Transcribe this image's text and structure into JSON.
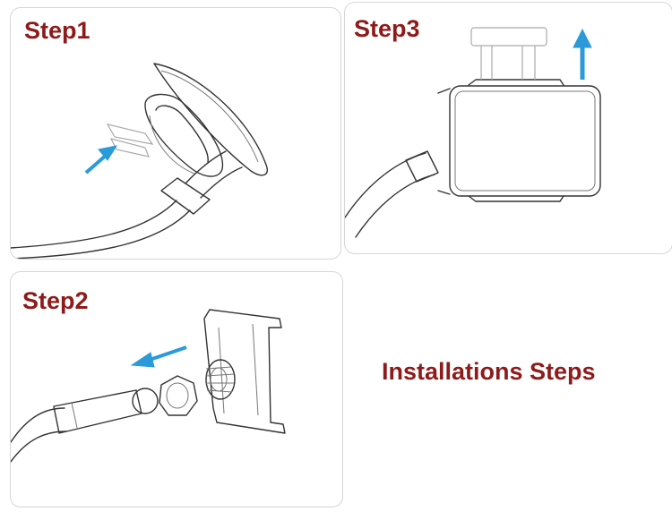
{
  "steps": [
    {
      "label": "Step1"
    },
    {
      "label": "Step2"
    },
    {
      "label": "Step3"
    }
  ],
  "caption": "Installations Steps",
  "colors": {
    "title": "#8e1b1b",
    "arrow": "#2a9ad8",
    "line": "#333333"
  },
  "icons": [
    "suction-cup-mount",
    "gooseneck-arm",
    "phone-clamp",
    "lock-nut",
    "direction-arrow"
  ]
}
